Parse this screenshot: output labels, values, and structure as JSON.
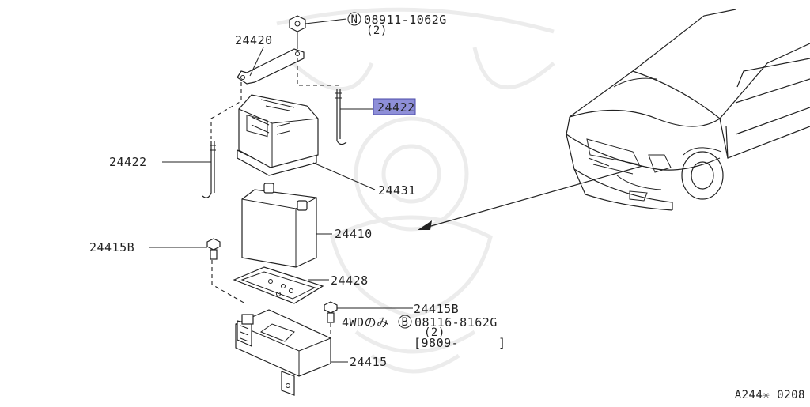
{
  "diagram": {
    "parts": {
      "nut_code": "N",
      "nut_number": "08911-1062G",
      "nut_qty": "(2)",
      "clamp_bracket": "24420",
      "rod_right": "24422",
      "rod_left": "24422",
      "cover": "24431",
      "battery": "24410",
      "bolt_left": "24415B",
      "pad": "24428",
      "bolt_right": "24415B",
      "bolt_note": "4WDのみ",
      "bolt_code": "B",
      "bolt_number": "08116-8162G",
      "bolt_qty": "(2)",
      "bolt_date": "[9809-",
      "bolt_date_end": "]",
      "tray": "24415"
    },
    "footer_code": "A244✳ 0208",
    "colors": {
      "line": "#222222",
      "highlight": "#8e8fd8"
    }
  }
}
